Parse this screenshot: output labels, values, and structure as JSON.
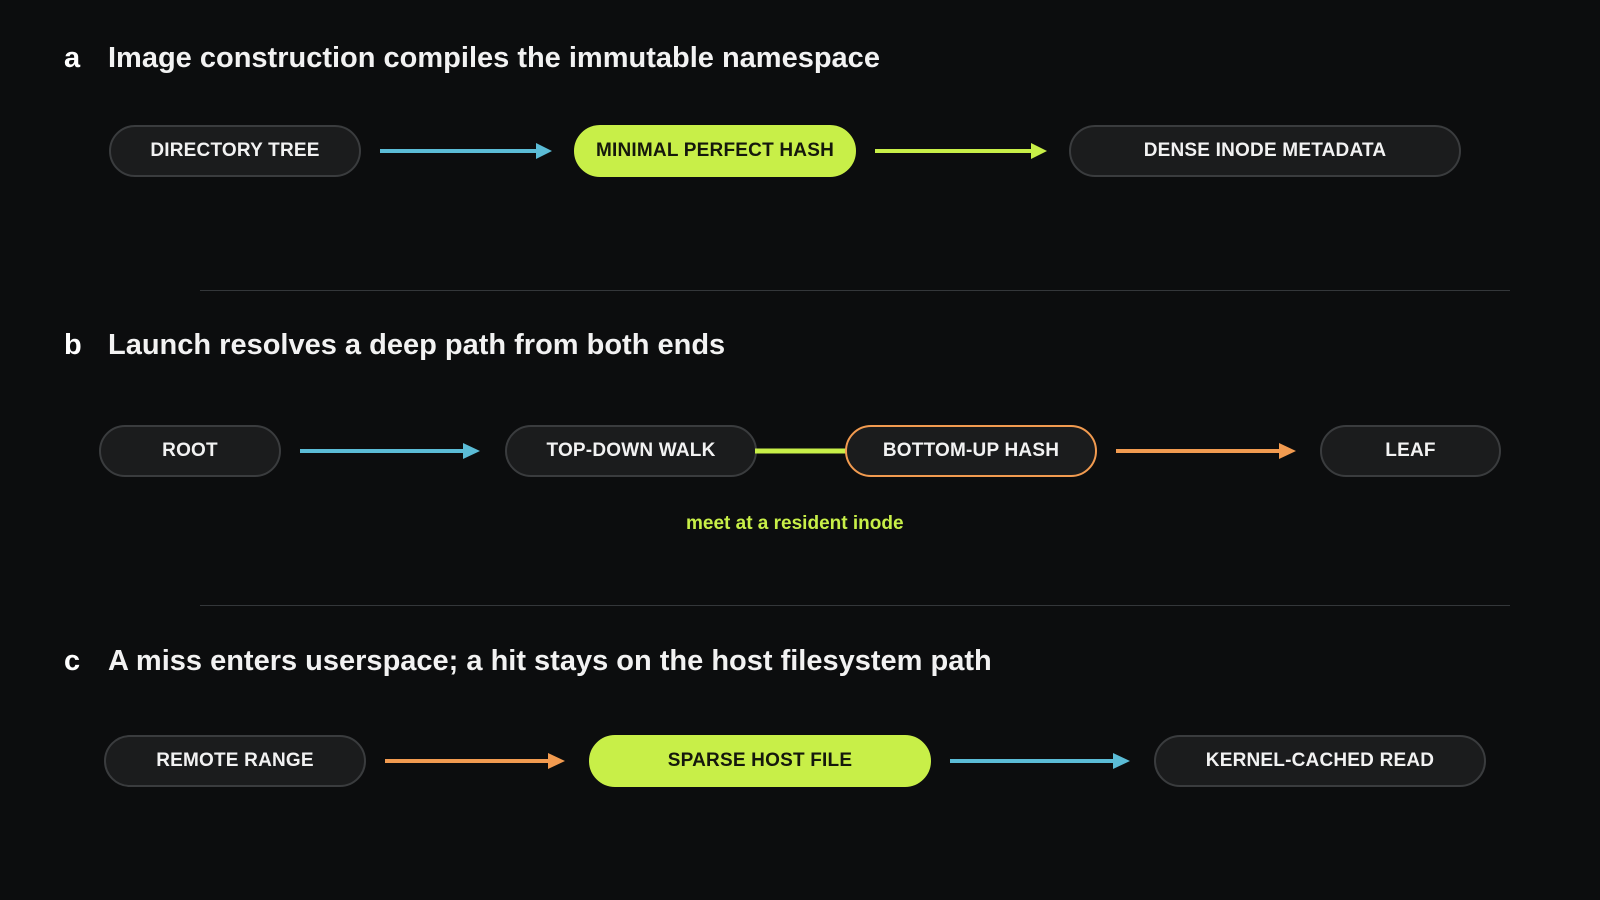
{
  "colors": {
    "background": "#0c0d0e",
    "pill_fill": "#1b1c1d",
    "pill_border": "#3a3c3e",
    "lime": "#c8ef48",
    "cyan": "#5bbcd6",
    "orange": "#f29b50"
  },
  "panels": [
    {
      "letter": "a",
      "title": "Image construction compiles the immutable namespace",
      "nodes": [
        "DIRECTORY TREE",
        "MINIMAL PERFECT HASH",
        "DENSE INODE METADATA"
      ]
    },
    {
      "letter": "b",
      "title": "Launch resolves a deep path from both ends",
      "nodes": [
        "ROOT",
        "TOP-DOWN WALK",
        "BOTTOM-UP HASH",
        "LEAF"
      ],
      "note": "meet at a resident inode"
    },
    {
      "letter": "c",
      "title": "A miss enters userspace; a hit stays on the host filesystem path",
      "nodes": [
        "REMOTE RANGE",
        "SPARSE HOST FILE",
        "KERNEL-CACHED READ"
      ]
    }
  ]
}
